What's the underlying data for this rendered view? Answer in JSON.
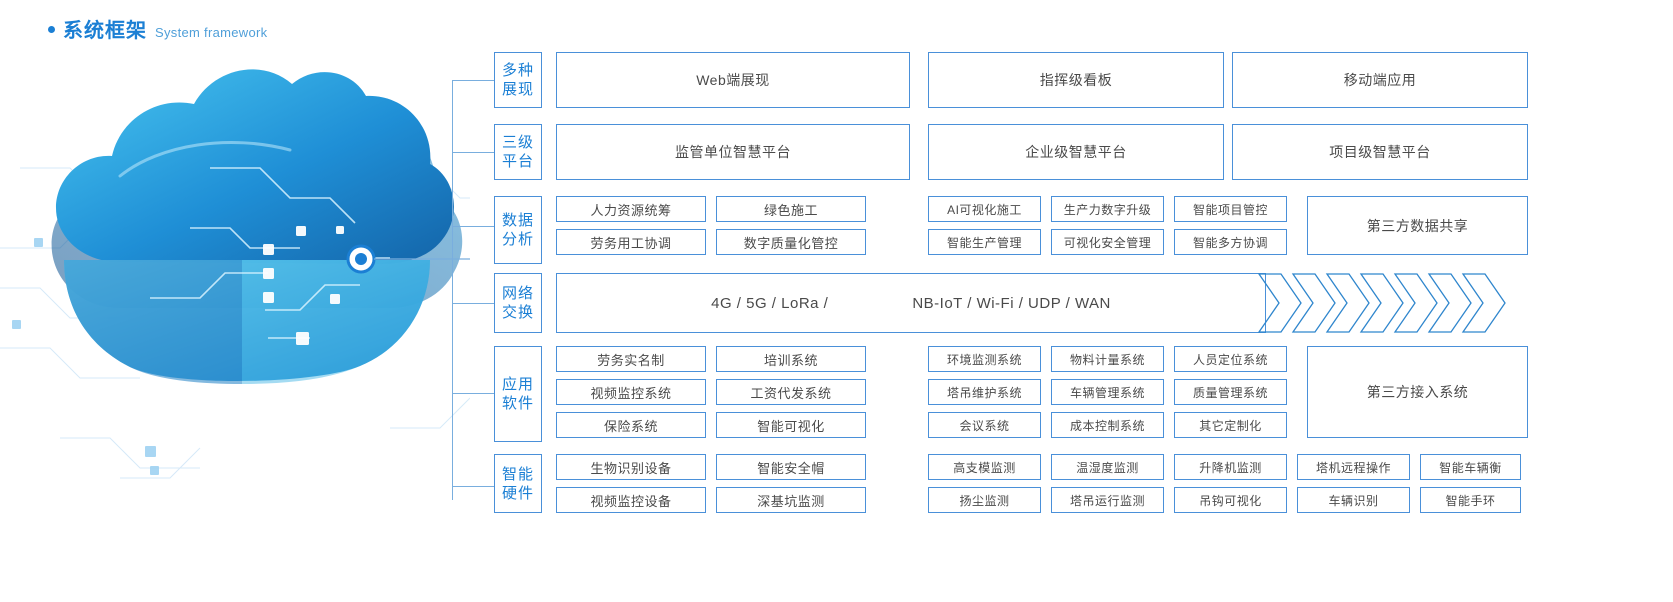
{
  "header": {
    "title_cn": "系统框架",
    "title_en": "System framework",
    "accent_color": "#1b7fd4",
    "bullet_icon": "bullet-dot-icon"
  },
  "theme": {
    "border_blue": "#4a90d9",
    "label_blue": "#1b7fd4",
    "text_gray": "#4a4a4a",
    "cloud_blue": "#1f8fd6",
    "cloud_dark": "#1464a8"
  },
  "artwork": {
    "name": "cloud-computing-illustration",
    "node_label": "network-node-dot"
  },
  "rows": [
    {
      "label": "多种\n展现",
      "label_lines": [
        "多种",
        "展现"
      ],
      "name": "presentation",
      "groups": [
        {
          "items": [
            [
              "Web端展现"
            ]
          ]
        },
        {
          "items": [
            [
              "指挥级看板"
            ]
          ]
        },
        {
          "items": [
            [
              "移动端应用"
            ]
          ]
        }
      ]
    },
    {
      "label_lines": [
        "三级",
        "平台"
      ],
      "name": "three-tier-platform",
      "groups": [
        {
          "items": [
            [
              "监管单位智慧平台"
            ]
          ]
        },
        {
          "items": [
            [
              "企业级智慧平台"
            ]
          ]
        },
        {
          "items": [
            [
              "项目级智慧平台"
            ]
          ]
        }
      ]
    },
    {
      "label_lines": [
        "数据",
        "分析"
      ],
      "name": "data-analysis",
      "groups": [
        {
          "items": [
            [
              "人力资源统筹",
              "绿色施工"
            ],
            [
              "劳务用工协调",
              "数字质量化管控"
            ]
          ]
        },
        {
          "items": [
            [
              "AI可视化施工",
              "生产力数字升级",
              "智能项目管控"
            ],
            [
              "智能生产管理",
              "可视化安全管理",
              "智能多方协调"
            ]
          ]
        },
        {
          "items": [
            [
              "第三方数据共享"
            ]
          ]
        }
      ]
    },
    {
      "label_lines": [
        "网络",
        "交换"
      ],
      "name": "network-exchange",
      "groups": [
        {
          "items": [
            [
              "4G / 5G / LoRa /",
              "NB-IoT / Wi-Fi / UDP / WAN"
            ]
          ]
        }
      ]
    },
    {
      "label_lines": [
        "应用",
        "软件"
      ],
      "name": "application-software",
      "groups": [
        {
          "items": [
            [
              "劳务实名制",
              "培训系统"
            ],
            [
              "视频监控系统",
              "工资代发系统"
            ],
            [
              "保险系统",
              "智能可视化"
            ]
          ]
        },
        {
          "items": [
            [
              "环境监测系统",
              "物料计量系统",
              "人员定位系统"
            ],
            [
              "塔吊维护系统",
              "车辆管理系统",
              "质量管理系统"
            ],
            [
              "会议系统",
              "成本控制系统",
              "其它定制化"
            ]
          ]
        },
        {
          "items": [
            [
              "第三方接入系统"
            ]
          ]
        }
      ]
    },
    {
      "label_lines": [
        "智能",
        "硬件"
      ],
      "name": "smart-hardware",
      "groups": [
        {
          "items": [
            [
              "生物识别设备",
              "智能安全帽"
            ],
            [
              "视频监控设备",
              "深基坑监测"
            ]
          ]
        },
        {
          "items": [
            [
              "高支模监测",
              "温湿度监测",
              "升降机监测",
              "塔机远程操作",
              "智能车辆衡"
            ],
            [
              "扬尘监测",
              "塔吊运行监测",
              "吊钩可视化",
              "车辆识别",
              "智能手环"
            ]
          ]
        }
      ]
    }
  ],
  "network_text": {
    "left": "4G / 5G / LoRa /",
    "right": "NB-IoT / Wi-Fi / UDP / WAN",
    "chevron_count": 7
  }
}
